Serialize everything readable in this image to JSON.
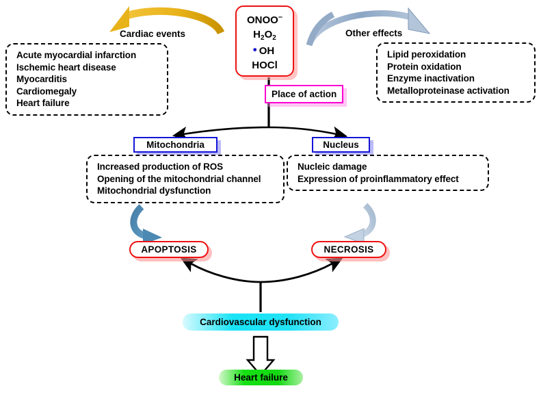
{
  "diagram": {
    "title": "Reactive oxygen species cardiac damage pathway",
    "colors": {
      "ros_border": "#ee1111",
      "ros_shadow": "#ff9696",
      "place_border": "#ff00d0",
      "organelle_border": "#1414d8",
      "organelle_shadow": "#afaff5",
      "cardiac_arrow": "#e0a800",
      "other_arrow": "#8aa5c8",
      "apoptosis_arrow": "#3f7fad",
      "necrosis_arrow": "#b9cbdf",
      "cyan_pill": "#19e3f5",
      "green_pill": "#17e015",
      "radical_dot": "#1010cc"
    },
    "ros_box": {
      "name": "reactive-species",
      "species": [
        {
          "formula": "ONOO",
          "superscript": "–",
          "dot": false
        },
        {
          "formula": "H",
          "sub1": "2",
          "mid": "O",
          "sub2": "2",
          "dot": false
        },
        {
          "formula": "OH",
          "dot": true
        },
        {
          "formula": "HOCl",
          "dot": false
        }
      ]
    },
    "place_of_action": {
      "label": "Place of action"
    },
    "cardiac_events": {
      "caption": "Cardiac events",
      "items": [
        "Acute myocardial infarction",
        "Ischemic heart disease",
        "Myocarditis",
        "Cardiomegaly",
        "Heart failure"
      ]
    },
    "other_effects": {
      "caption": "Other effects",
      "items": [
        "Lipid peroxidation",
        "Protein oxidation",
        "Enzyme inactivation",
        "Metalloproteinase activation"
      ]
    },
    "mitochondria": {
      "label": "Mitochondria",
      "items": [
        "Increased production of ROS",
        "Opening of the mitochondrial channel",
        "Mitochondrial dysfunction"
      ]
    },
    "nucleus": {
      "label": "Nucleus",
      "items": [
        "Nucleic damage",
        "Expression of proinflammatory effect"
      ]
    },
    "apoptosis": {
      "label": "APOPTOSIS"
    },
    "necrosis": {
      "label": "NECROSIS"
    },
    "cardiovascular_dysfunction": {
      "label": "Cardiovascular dysfunction"
    },
    "heart_failure": {
      "label": "Heart failure"
    }
  }
}
